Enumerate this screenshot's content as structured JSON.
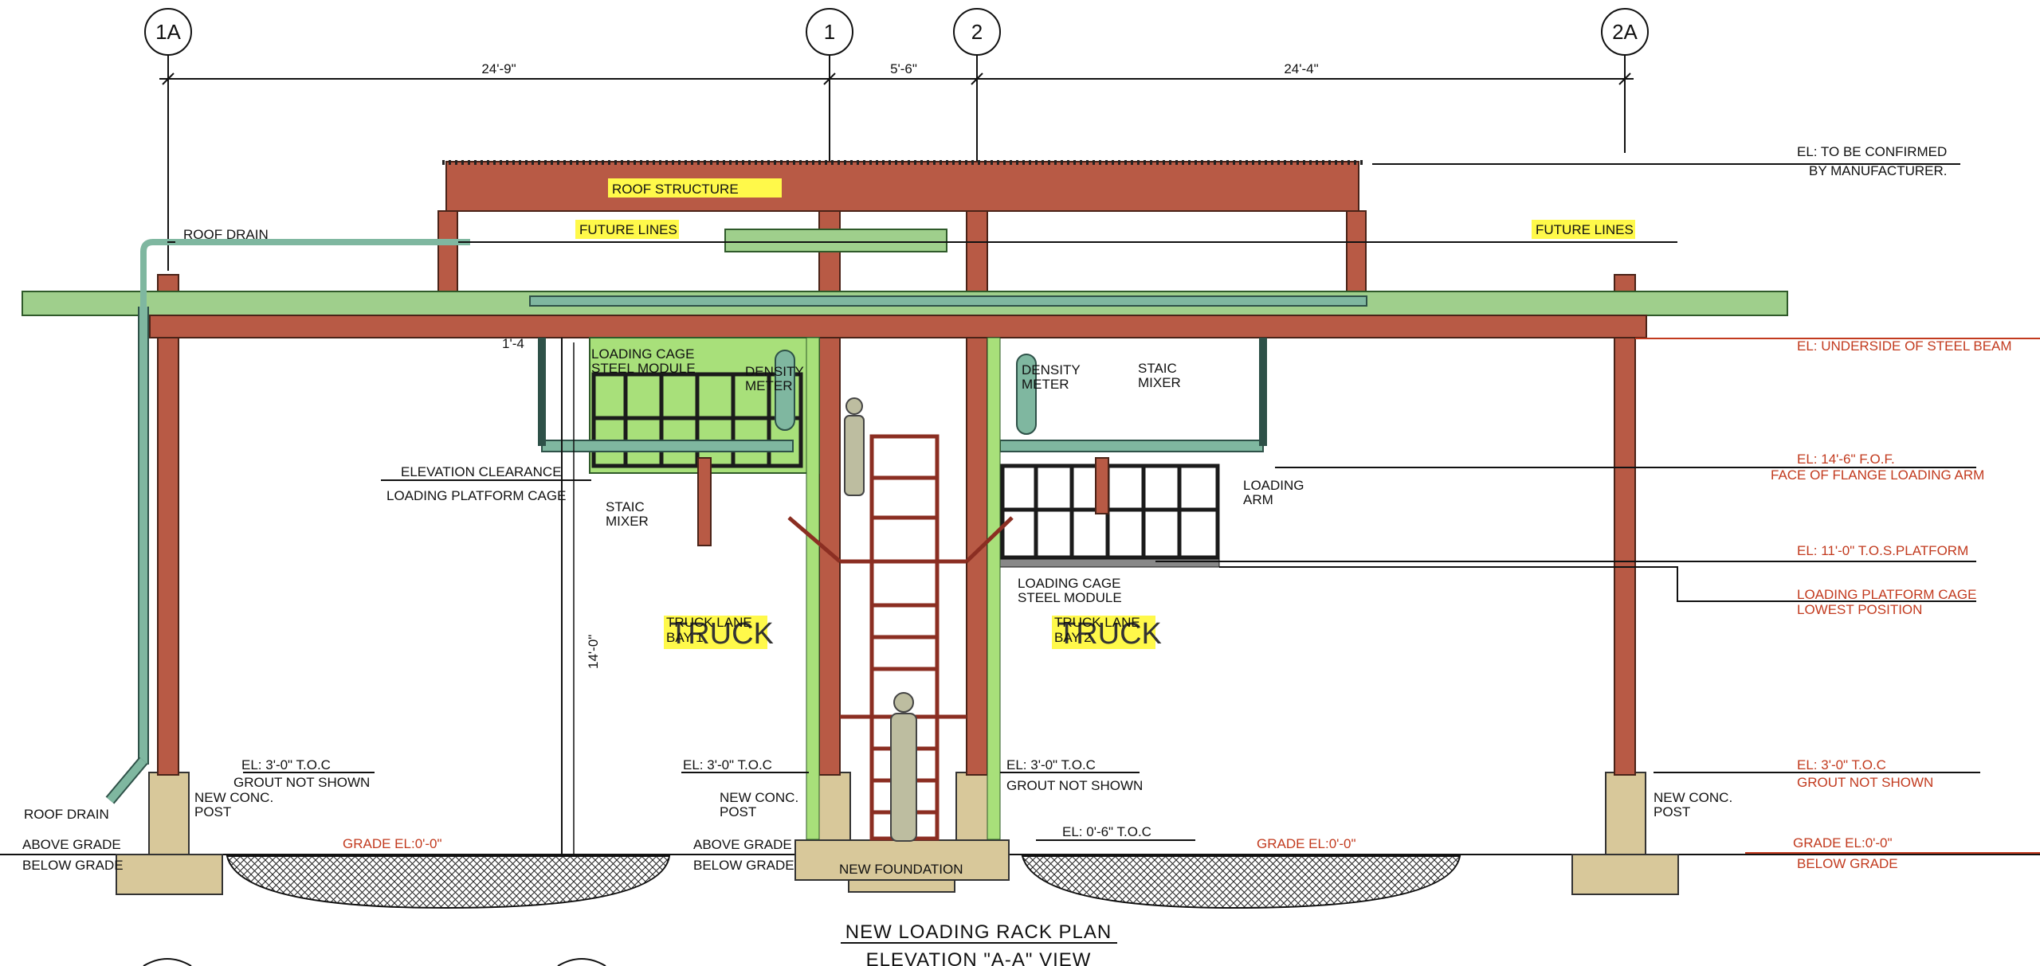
{
  "gridlines": [
    {
      "id": "1A",
      "label": "1A"
    },
    {
      "id": "1",
      "label": "1"
    },
    {
      "id": "2",
      "label": "2"
    },
    {
      "id": "2A",
      "label": "2A"
    }
  ],
  "dimensions": {
    "span_1a_1": "24'-9\"",
    "span_1_2": "5'-6\"",
    "span_2_2a": "24'-4\"",
    "vertical_clear": "14'-0\"",
    "small": "1'-4"
  },
  "highlights": {
    "roof_structure": "ROOF STRUCTURE",
    "future_lines_left": "FUTURE LINES",
    "future_lines_right": "FUTURE LINES",
    "truck_left": "TRUCK",
    "truck_right": "TRUCK",
    "truck_lane_left_1": "TRUCK LANE",
    "truck_lane_left_2": "BAY 1",
    "truck_lane_right_1": "TRUCK LANE",
    "truck_lane_right_2": "BAY 2"
  },
  "labels_black": {
    "roof_drain_top": "ROOF DRAIN",
    "roof_drain_bottom": "ROOF DRAIN",
    "loading_cage_left_1": "LOADING CAGE",
    "loading_cage_left_2": "STEEL MODULE",
    "density_left_1": "DENSITY",
    "density_left_2": "METER",
    "density_right_1": "DENSITY",
    "density_right_2": "METER",
    "staic_mixer_right_1": "STAIC",
    "staic_mixer_right_2": "MIXER",
    "staic_mixer_left_1": "STAIC",
    "staic_mixer_left_2": "MIXER",
    "elevation_clearance": "ELEVATION CLEARANCE",
    "loading_platform_cage": "LOADING PLATFORM CAGE",
    "loading_arm_1": "LOADING",
    "loading_arm_2": "ARM",
    "loading_cage_right_1": "LOADING CAGE",
    "loading_cage_right_2": "STEEL MODULE",
    "el_toc_left": "EL: 3'-0\"  T.O.C",
    "grout_left": "GROUT NOT SHOWN",
    "new_conc_left_1": "NEW CONC.",
    "new_conc_left_2": "POST",
    "el_toc_mid": "EL: 3'-0\"  T.O.C",
    "new_conc_mid_1": "NEW CONC.",
    "new_conc_mid_2": "POST",
    "el_toc_mid2": "EL: 3'-0\"  T.O.C",
    "grout_mid2": "GROUT NOT SHOWN",
    "el_06_toc": "EL: 0'-6\"  T.O.C",
    "new_conc_right_1": "NEW CONC.",
    "new_conc_right_2": "POST",
    "above_grade_left": "ABOVE GRADE",
    "below_grade_left": "BELOW GRADE",
    "above_grade_mid": "ABOVE GRADE",
    "below_grade_mid": "BELOW GRADE",
    "new_foundation": "NEW FOUNDATION",
    "el_confirm_1": "EL: TO BE CONFIRMED",
    "el_confirm_2": "BY MANUFACTURER."
  },
  "labels_red": {
    "grade_left": "GRADE EL:0'-0\"",
    "grade_mid": "GRADE EL:0'-0\"",
    "underside_beam": "EL: UNDERSIDE OF STEEL BEAM",
    "el_14_6": "EL: 14'-6\" F.O.F.",
    "face_flange": "FACE OF FLANGE LOADING ARM",
    "el_11_0": "EL: 11'-0\" T.O.S.PLATFORM",
    "lpc_lowest_1": "LOADING PLATFORM CAGE",
    "lpc_lowest_2": "LOWEST POSITION",
    "el_toc_right": "EL: 3'-0\"  T.O.C",
    "grout_right": "GROUT NOT SHOWN",
    "grade_right": "GRADE EL:0'-0\"",
    "below_grade_right": "BELOW GRADE"
  },
  "title": {
    "line1": "NEW LOADING RACK PLAN",
    "line2": "ELEVATION \"A-A\" VIEW"
  },
  "colors": {
    "steel": "#b85a45",
    "pipe": "#9fcf8c",
    "concrete": "#d8c89a",
    "highlight": "#fff94a",
    "red_text": "#c23a1e"
  }
}
